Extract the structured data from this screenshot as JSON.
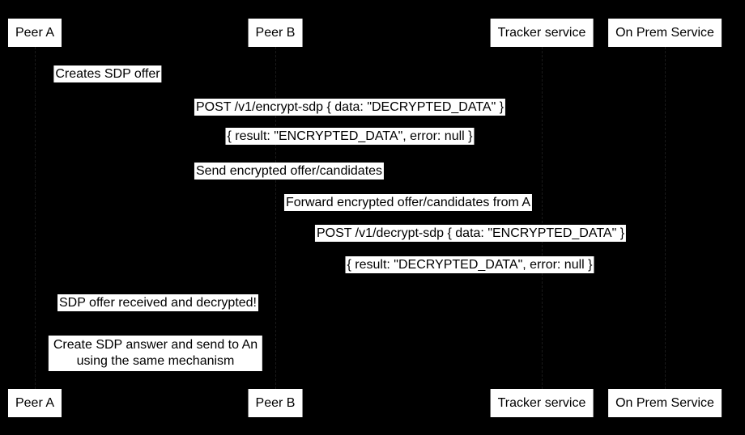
{
  "diagram": {
    "type": "sequence-diagram",
    "background_color": "#000000",
    "box_fill_color": "#ffffff",
    "box_text_color": "#000000",
    "lifeline_color": "#1a1a1a"
  },
  "actors": [
    {
      "label": "Peer A"
    },
    {
      "label": "Peer B"
    },
    {
      "label": "Tracker service"
    },
    {
      "label": "On Prem Service"
    }
  ],
  "messages": [
    {
      "label": "Creates SDP offer"
    },
    {
      "label": "POST /v1/encrypt-sdp { data: \"DECRYPTED_DATA\" }"
    },
    {
      "label": "{ result: \"ENCRYPTED_DATA\", error: null }"
    },
    {
      "label": "Send encrypted offer/candidates"
    },
    {
      "label": "Forward encrypted offer/candidates from A"
    },
    {
      "label": "POST /v1/decrypt-sdp { data: \"ENCRYPTED_DATA\" }"
    },
    {
      "label": "{ result: \"DECRYPTED_DATA\", error: null }"
    },
    {
      "label": "SDP offer received and decrypted!"
    }
  ],
  "note": {
    "lines": [
      "Create SDP answer and send to An",
      "using the same mechanism"
    ]
  }
}
